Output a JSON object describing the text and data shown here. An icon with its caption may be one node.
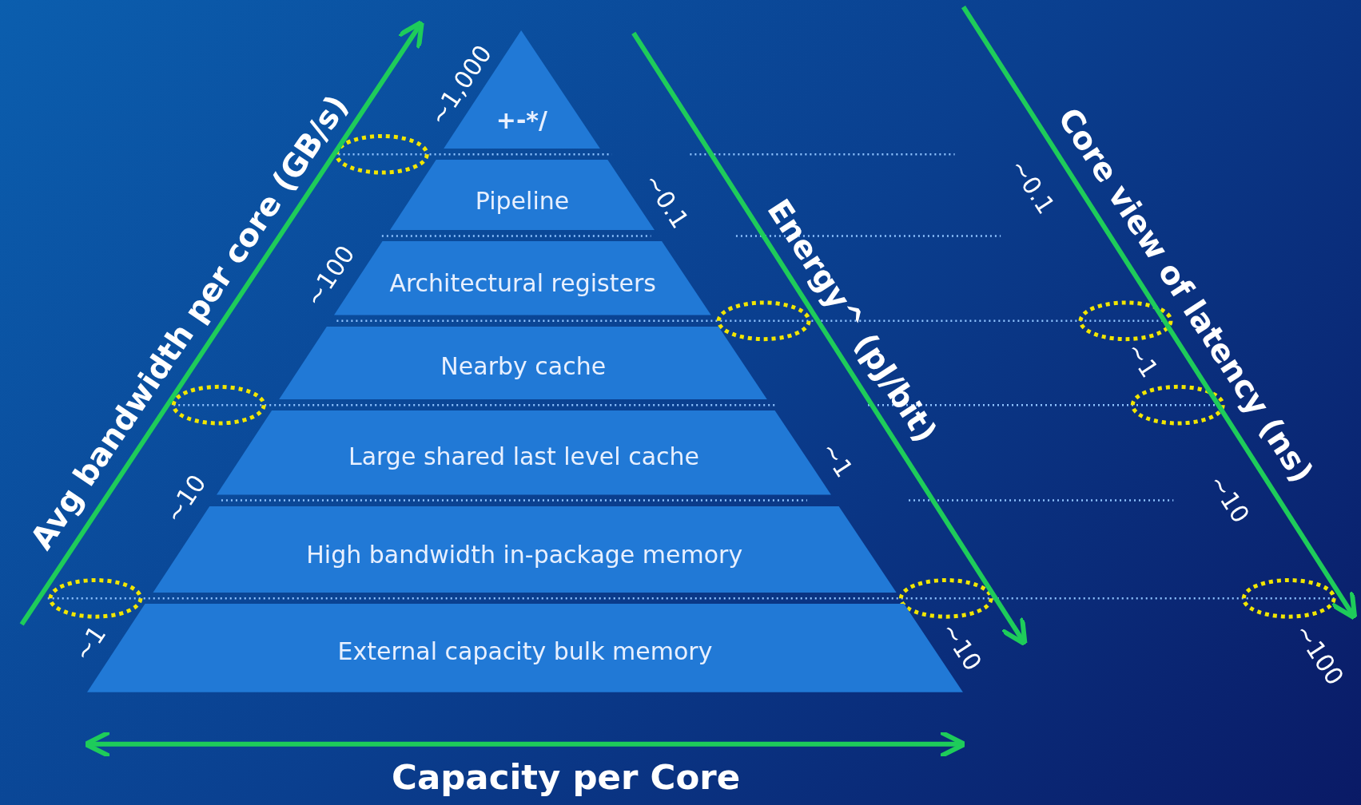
{
  "diagram": {
    "nodes": [
      {
        "text": [
          "+-*/"
        ]
      },
      {
        "text": [
          "Pipeline"
        ]
      },
      {
        "text": [
          "Architectural registers"
        ]
      },
      {
        "text": [
          "Nearby cache"
        ]
      },
      {
        "text": [
          "Large shared last level cache"
        ]
      },
      {
        "text": [
          "High bandwidth in-package memory"
        ]
      },
      {
        "text": [
          "External capacity bulk memory"
        ]
      }
    ],
    "edges": [],
    "labels": [
      "Avg bandwidth per core (GB/s)",
      "~1,000",
      "~100",
      "~10",
      "~1",
      "Energy^ (pJ/bit)",
      "~0.1",
      "~1",
      "~10",
      "Core view of latency (ns)",
      "~0.1",
      "~1",
      "~10",
      "~100",
      "Capacity per Core"
    ]
  }
}
